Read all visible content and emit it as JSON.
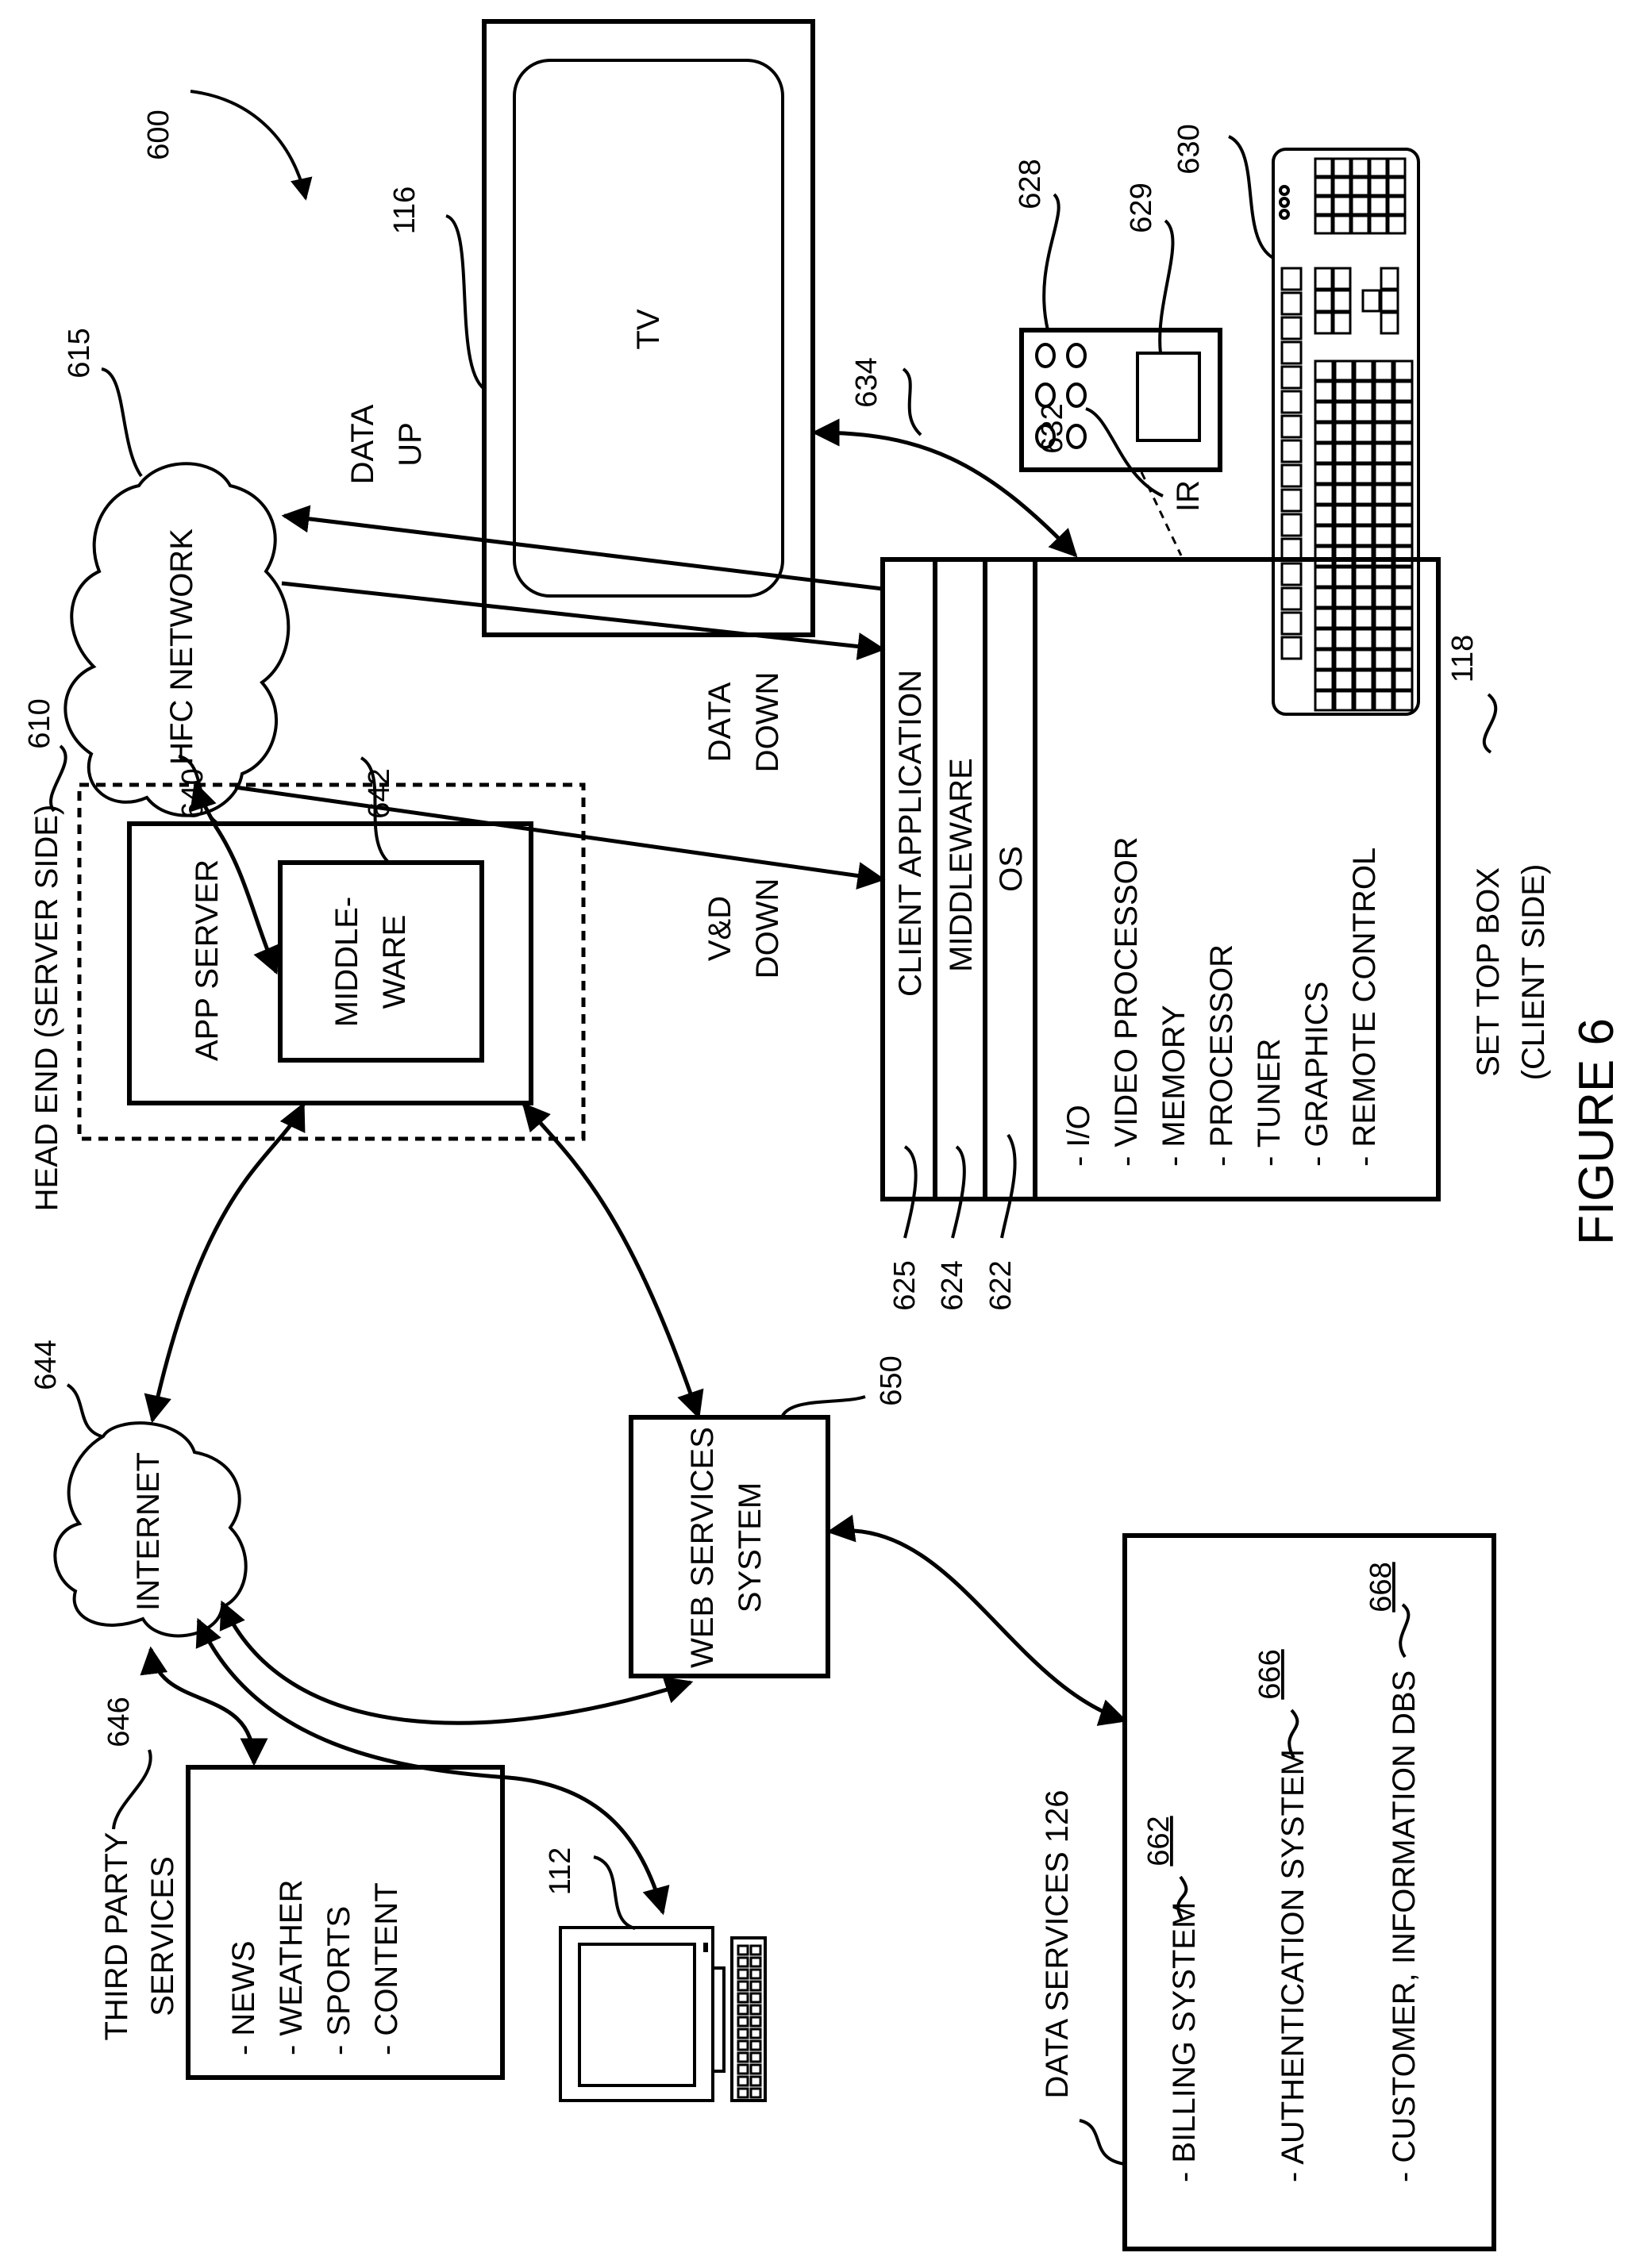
{
  "figure": {
    "title": "FIGURE 6",
    "reference": "600"
  },
  "tv": {
    "label": "TV",
    "ref": "116"
  },
  "hfc_network": {
    "label": "HFC NETWORK",
    "ref": "615"
  },
  "head_end": {
    "label": "HEAD END (SERVER SIDE)",
    "ref": "610",
    "app_server": {
      "label": "APP SERVER",
      "ref": "640"
    },
    "middleware": {
      "line1": "MIDDLE-",
      "line2": "WARE",
      "ref": "642"
    }
  },
  "links": {
    "data_up": {
      "line1": "DATA",
      "line2": "UP"
    },
    "data_down": {
      "line1": "DATA",
      "line2": "DOWN"
    },
    "vd_down": {
      "line1": "V&D",
      "line2": "DOWN"
    },
    "ir": "IR",
    "tv_link_ref": "634",
    "ir_ref": "632"
  },
  "set_top_box": {
    "title_line1": "SET TOP BOX",
    "title_line2": "(CLIENT SIDE)",
    "ref": "118",
    "layers": [
      {
        "label": "CLIENT APPLICATION",
        "ref": "625"
      },
      {
        "label": "MIDDLEWARE",
        "ref": "624"
      },
      {
        "label": "OS",
        "ref": "622"
      }
    ],
    "components": [
      "I/O",
      "VIDEO PROCESSOR",
      "MEMORY",
      "PROCESSOR",
      "TUNER",
      "GRAPHICS",
      "REMOTE CONTROL"
    ]
  },
  "remote": {
    "ref": "628",
    "screen_ref": "629"
  },
  "keyboard": {
    "ref": "630"
  },
  "internet": {
    "label": "INTERNET",
    "ref": "644"
  },
  "web_services": {
    "line1": "WEB SERVICES",
    "line2": "SYSTEM",
    "ref": "650"
  },
  "third_party": {
    "line1": "THIRD PARTY",
    "line2": "SERVICES",
    "ref": "646",
    "items": [
      "NEWS",
      "WEATHER",
      "SPORTS",
      "CONTENT"
    ]
  },
  "computer": {
    "ref": "112"
  },
  "data_services": {
    "label": "DATA SERVICES 126",
    "items": [
      {
        "label": "BILLING SYSTEM",
        "ref": "662"
      },
      {
        "label": "AUTHENTICATION SYSTEM",
        "ref": "666"
      },
      {
        "label": "CUSTOMER, INFORMATION DBS",
        "ref": "668"
      }
    ]
  }
}
